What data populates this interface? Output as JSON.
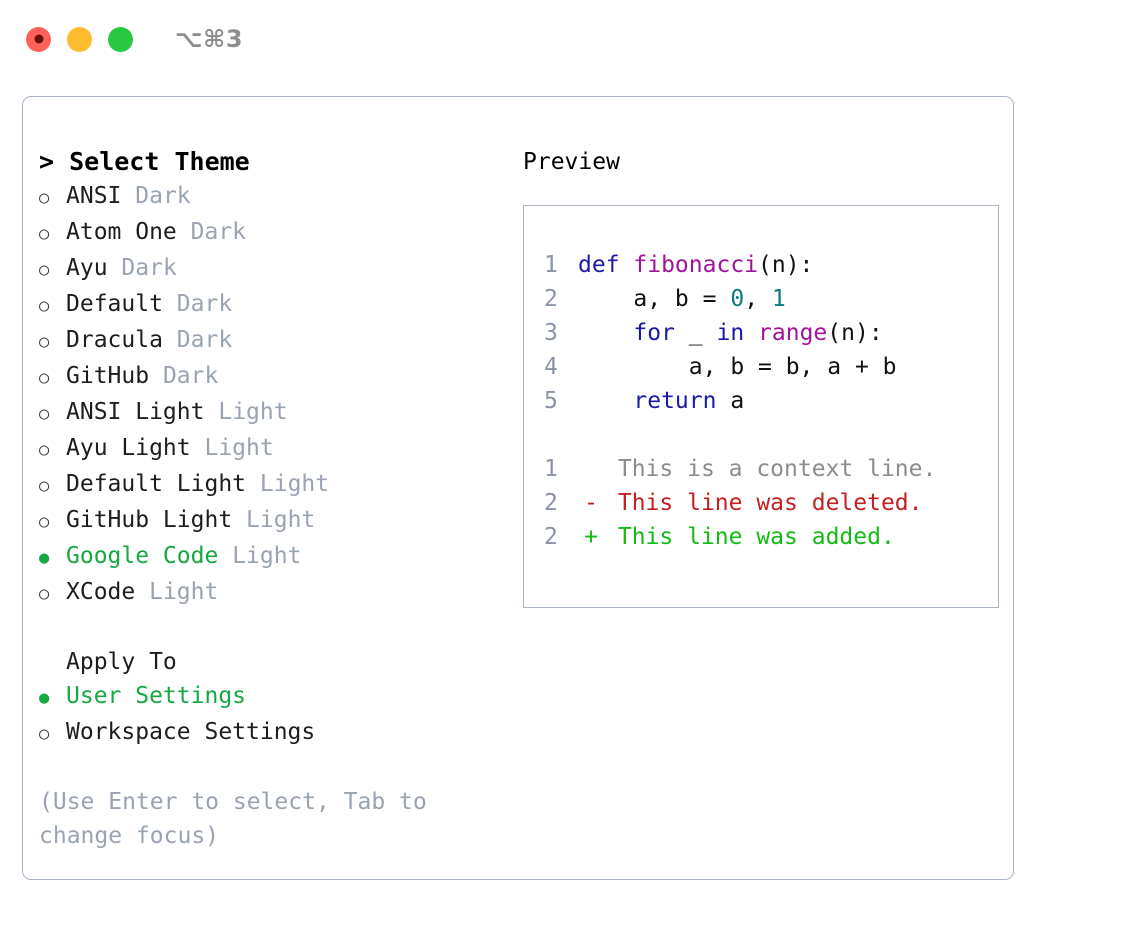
{
  "titlebar": {
    "shortcut": "⌥⌘3",
    "buttons": [
      {
        "name": "close",
        "color": "#ff6259"
      },
      {
        "name": "minimize",
        "color": "#febc2e"
      },
      {
        "name": "maximize",
        "color": "#28c840"
      }
    ]
  },
  "theme_picker": {
    "header": "> Select Theme",
    "items": [
      {
        "marker": "○",
        "label": "ANSI",
        "category": "Dark",
        "selected": false
      },
      {
        "marker": "○",
        "label": "Atom One",
        "category": "Dark",
        "selected": false
      },
      {
        "marker": "○",
        "label": "Ayu",
        "category": "Dark",
        "selected": false
      },
      {
        "marker": "○",
        "label": "Default",
        "category": "Dark",
        "selected": false
      },
      {
        "marker": "○",
        "label": "Dracula",
        "category": "Dark",
        "selected": false
      },
      {
        "marker": "○",
        "label": "GitHub",
        "category": "Dark",
        "selected": false
      },
      {
        "marker": "○",
        "label": "ANSI Light",
        "category": "Light",
        "selected": false
      },
      {
        "marker": "○",
        "label": "Ayu Light",
        "category": "Light",
        "selected": false
      },
      {
        "marker": "○",
        "label": "Default Light",
        "category": "Light",
        "selected": false
      },
      {
        "marker": "○",
        "label": "GitHub Light",
        "category": "Light",
        "selected": false
      },
      {
        "marker": "●",
        "label": "Google Code",
        "category": "Light",
        "selected": true
      },
      {
        "marker": "○",
        "label": "XCode",
        "category": "Light",
        "selected": false
      }
    ]
  },
  "apply_to": {
    "title": "Apply To",
    "options": [
      {
        "marker": "●",
        "label": "User Settings",
        "selected": true
      },
      {
        "marker": "○",
        "label": "Workspace Settings",
        "selected": false
      }
    ]
  },
  "hint": "(Use Enter to select, Tab to change focus)",
  "preview": {
    "title": "Preview",
    "code": [
      {
        "lineno": "1",
        "tokens": [
          {
            "t": "def ",
            "k": "kw"
          },
          {
            "t": "fibonacci",
            "k": "fn"
          },
          {
            "t": "(n):",
            "k": "pl"
          }
        ]
      },
      {
        "lineno": "2",
        "tokens": [
          {
            "t": "    a, b = ",
            "k": "pl"
          },
          {
            "t": "0",
            "k": "num"
          },
          {
            "t": ", ",
            "k": "pl"
          },
          {
            "t": "1",
            "k": "num"
          }
        ]
      },
      {
        "lineno": "3",
        "tokens": [
          {
            "t": "    ",
            "k": "pl"
          },
          {
            "t": "for",
            "k": "kw"
          },
          {
            "t": " _ ",
            "k": "pl"
          },
          {
            "t": "in",
            "k": "kw"
          },
          {
            "t": " ",
            "k": "pl"
          },
          {
            "t": "range",
            "k": "fn"
          },
          {
            "t": "(n):",
            "k": "pl"
          }
        ]
      },
      {
        "lineno": "4",
        "tokens": [
          {
            "t": "        a, b = b, a + b",
            "k": "pl"
          }
        ]
      },
      {
        "lineno": "5",
        "tokens": [
          {
            "t": "    ",
            "k": "pl"
          },
          {
            "t": "return",
            "k": "kw"
          },
          {
            "t": " a",
            "k": "pl"
          }
        ]
      }
    ],
    "diff": [
      {
        "lineno": "1",
        "mark": " ",
        "text": "This is a context line.",
        "kind": "ctx"
      },
      {
        "lineno": "2",
        "mark": "-",
        "text": "This line was deleted.",
        "kind": "del"
      },
      {
        "lineno": "2",
        "mark": "+",
        "text": "This line was added.",
        "kind": "add"
      }
    ]
  },
  "colors": {
    "accent_green": "#16a843",
    "muted": "#9aa3b2",
    "border": "#aab4c4",
    "keyword": "#1a1aa8",
    "function": "#a0139b",
    "number": "#0b7b7b",
    "diff_add": "#13bb13",
    "diff_del": "#c42020",
    "diff_ctx": "#8c8c8c"
  }
}
